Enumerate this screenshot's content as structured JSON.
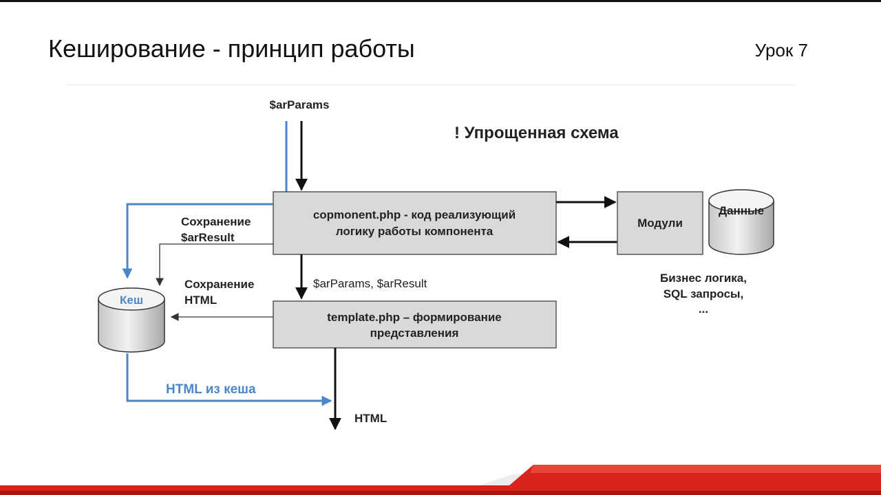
{
  "slide": {
    "title": "Кеширование - принцип работы",
    "lesson": "Урок 7"
  },
  "diagram": {
    "note": "! Упрощенная схема",
    "input_label": "$arParams",
    "component_box": [
      "copmonent.php - код реализующий",
      "логику работы компонента"
    ],
    "template_box": [
      "template.php – формирование",
      "представления"
    ],
    "modules_box": "Модули",
    "data_db": "Данные",
    "cache_db": "Кеш",
    "save_result_label": [
      "Сохранение",
      "$arResult"
    ],
    "save_html_label": [
      "Сохранение",
      "HTML"
    ],
    "pass_label": "$arParams, $arResult",
    "business_label": [
      "Бизнес логика,",
      "SQL запросы,",
      "..."
    ],
    "html_from_cache_label": "HTML из кеша",
    "html_output_label": "HTML"
  },
  "colors": {
    "box_fill": "#d9d9d9",
    "box_stroke": "#555555",
    "cache_path": "#4a86c8",
    "main_flow": "#111111",
    "accent_red": "#d8231a"
  }
}
